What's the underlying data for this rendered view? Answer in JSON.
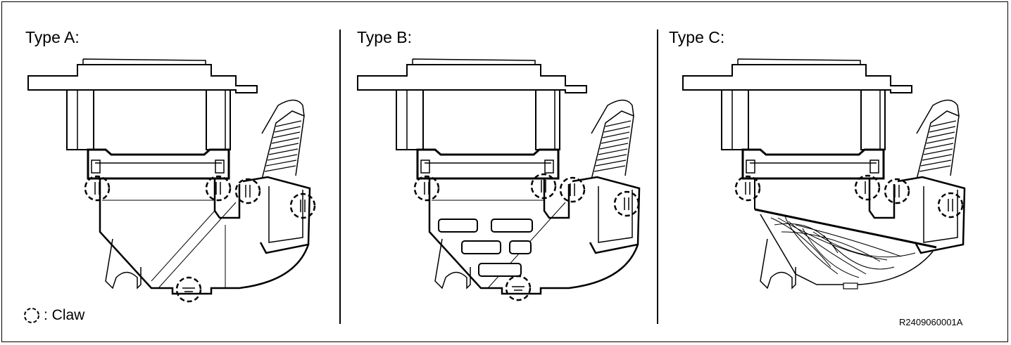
{
  "panels": [
    {
      "label": "Type A:"
    },
    {
      "label": "Type B:"
    },
    {
      "label": "Type C:"
    }
  ],
  "legend": {
    "symbol": "claw-marker-icon",
    "text": ": Claw"
  },
  "figure_code": "R2409060001A",
  "colors": {
    "line": "#000000",
    "background": "#ffffff"
  }
}
